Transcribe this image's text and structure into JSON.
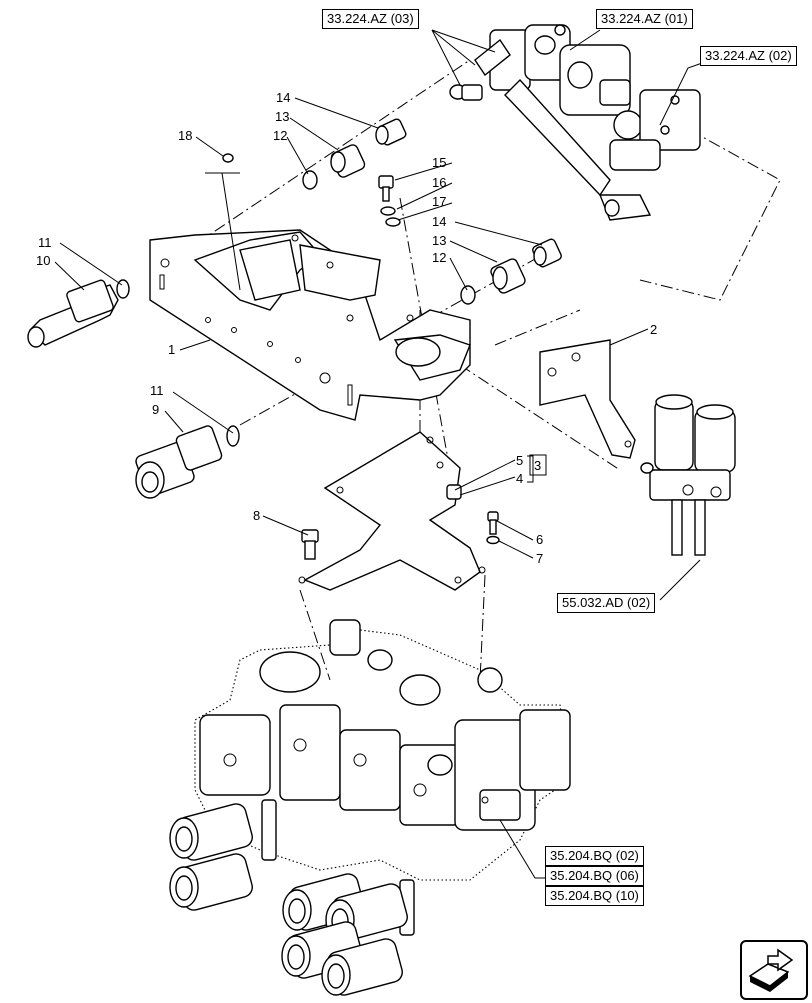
{
  "refs": {
    "r1": "33.224.AZ (03)",
    "r2": "33.224.AZ (01)",
    "r3": "33.224.AZ (02)",
    "r4": "55.032.AD (02)",
    "r5": "35.204.BQ (02)",
    "r6": "35.204.BQ (06)",
    "r7": "35.204.BQ (10)"
  },
  "callouts": {
    "c1": "1",
    "c2": "2",
    "c3": "3",
    "c4": "4",
    "c5": "5",
    "c6": "6",
    "c7": "7",
    "c8": "8",
    "c9": "9",
    "c10": "10",
    "c11a": "11",
    "c11b": "11",
    "c12a": "12",
    "c12b": "12",
    "c13a": "13",
    "c13b": "13",
    "c14a": "14",
    "c14b": "14",
    "c15": "15",
    "c16": "16",
    "c17": "17",
    "c18": "18"
  },
  "nav": {
    "icon": "next-page-arrow-icon"
  }
}
